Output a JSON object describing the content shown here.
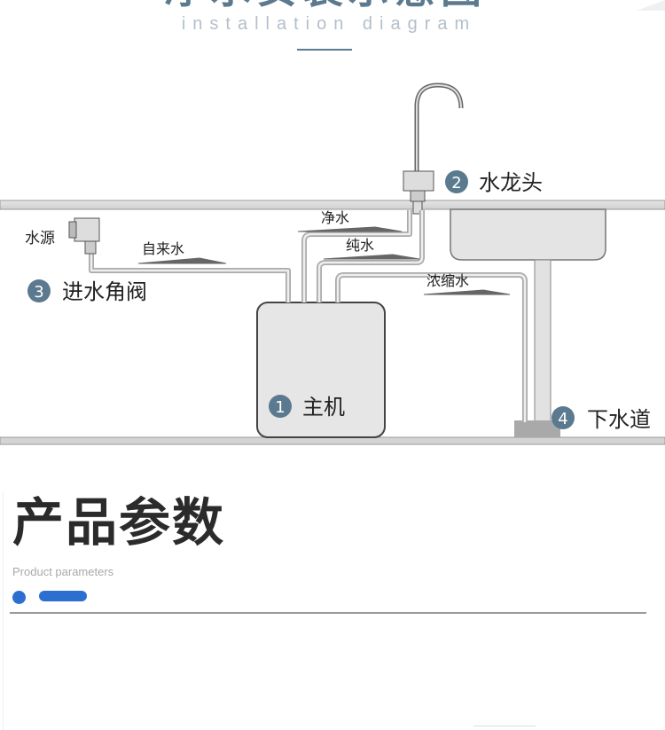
{
  "header": {
    "title": "净水安装示意图",
    "subtitle": "installation diagram"
  },
  "diagram": {
    "labels": {
      "water_source": "水源",
      "tap_water": "自来水",
      "clean_water": "净水",
      "pure_water": "纯水",
      "concentrate": "浓缩水"
    },
    "steps": [
      {
        "number": "1",
        "label": "主机"
      },
      {
        "number": "2",
        "label": "水龙头"
      },
      {
        "number": "3",
        "label": "进水角阀"
      },
      {
        "number": "4",
        "label": "下水道"
      }
    ],
    "colors": {
      "badge": "#5b7a8f",
      "counter": "#d8d8d8",
      "pipe": "#bdbdbd"
    }
  },
  "params": {
    "title": "产品参数",
    "subtitle": "Product parameters",
    "accent": "#2c6fd0"
  }
}
